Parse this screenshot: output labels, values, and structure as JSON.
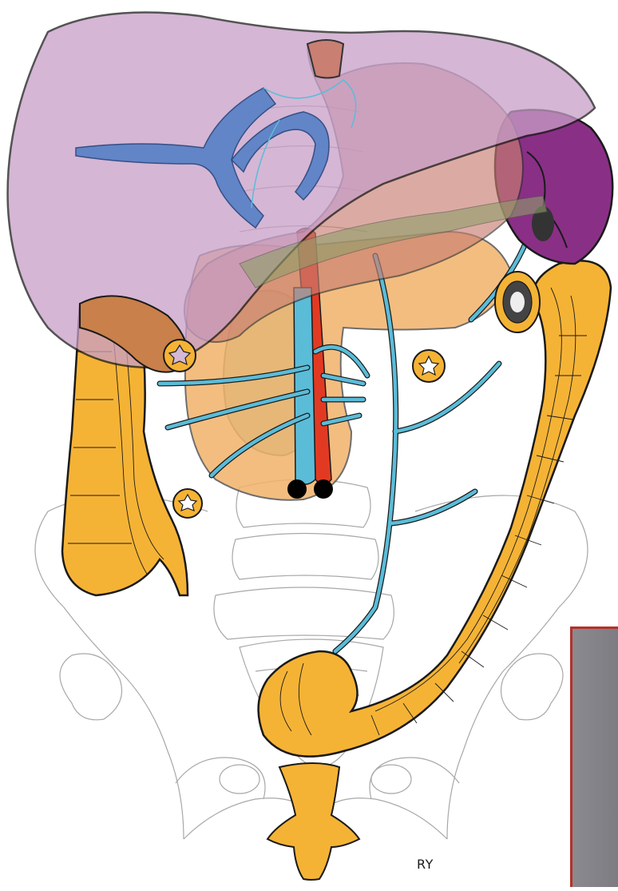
{
  "signature": "RY",
  "colors": {
    "liver": "#c89ec8",
    "liver_outline": "#1a1a1a",
    "portal_vein": "#5b83c7",
    "stomach": "#c97f72",
    "spleen": "#8a2f86",
    "pancreas": "#f2b26b",
    "colon": "#f5b335",
    "kidney_green": "#98d6b6",
    "ivc": "#5bbcd8",
    "aorta": "#e23a22",
    "mesenteric_vessels": "#5bbcd8",
    "bone_outline": "#9a9a9a",
    "panel_grey": "#85858a",
    "panel_border": "#b5312b"
  },
  "icons": {
    "colon_cross_section": "ring-with-star-lumen",
    "vessel_ends": "black-circles"
  }
}
